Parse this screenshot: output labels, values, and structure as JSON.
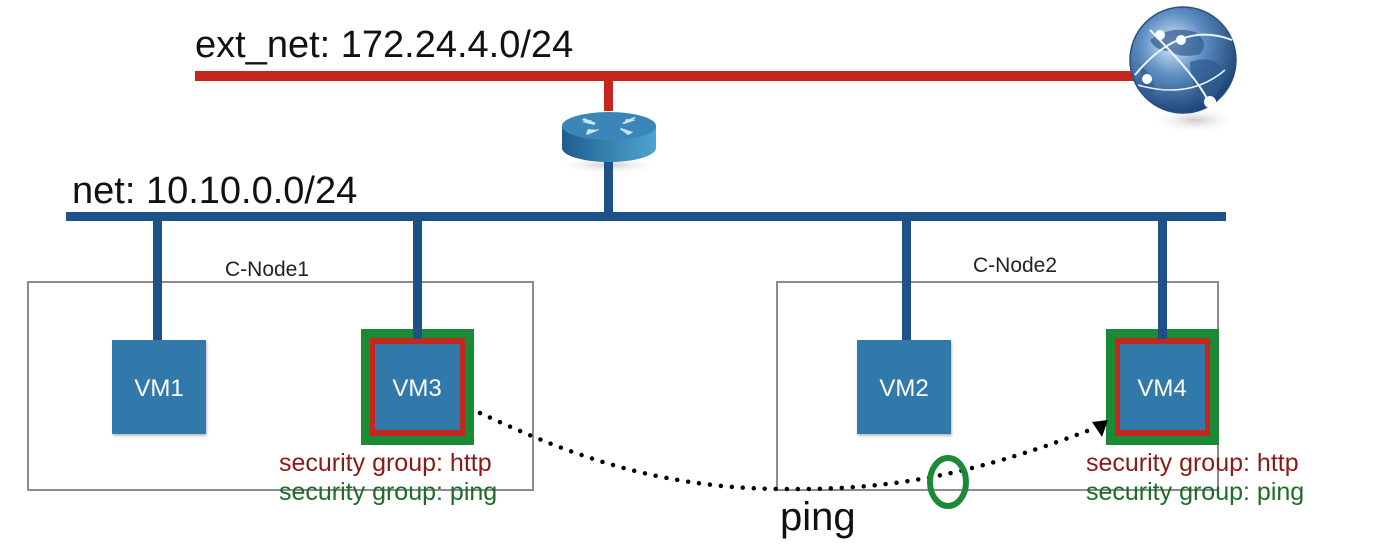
{
  "colors": {
    "ext_net": "#c4281c",
    "net": "#1d5187",
    "vm_fill": "#3279ab",
    "sg_http": "#c4281c",
    "sg_ping": "#1b8a37",
    "sg_http_text": "#8b1a16",
    "sg_ping_text": "#1e6b2a",
    "node_border": "#8a8c8f",
    "blocked_marker": "#1b8a37"
  },
  "networks": {
    "ext_net": {
      "label": "ext_net: 172.24.4.0/24"
    },
    "net": {
      "label": "net: 10.10.0.0/24"
    }
  },
  "devices": {
    "router": {
      "icon": "router-icon"
    },
    "internet": {
      "icon": "globe-icon"
    }
  },
  "compute_nodes": [
    {
      "label": "C-Node1"
    },
    {
      "label": "C-Node2"
    }
  ],
  "vms": [
    {
      "label": "VM1",
      "security_groups": []
    },
    {
      "label": "VM3",
      "security_groups": [
        "http",
        "ping"
      ]
    },
    {
      "label": "VM2",
      "security_groups": []
    },
    {
      "label": "VM4",
      "security_groups": [
        "http",
        "ping"
      ]
    }
  ],
  "security_group_labels": {
    "vm3_http": "security group: http",
    "vm3_ping": "security group: ping",
    "vm4_http": "security group: http",
    "vm4_ping": "security group: ping"
  },
  "traffic": {
    "label": "ping",
    "from": "VM3",
    "to": "VM4",
    "marker": "O"
  }
}
